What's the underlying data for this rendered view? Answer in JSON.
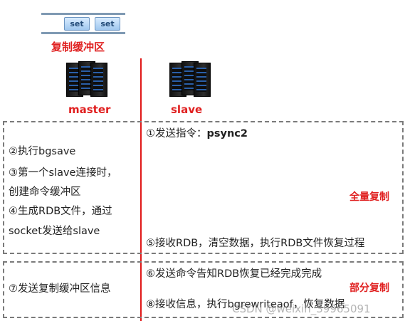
{
  "buffer": {
    "cells": [
      "set",
      "set"
    ],
    "label": "复制缓冲区"
  },
  "nodes": {
    "master": "master",
    "slave": "slave"
  },
  "full_sync": {
    "step1": "①发送指令：",
    "step1_cmd": "psync2",
    "step2": "②执行bgsave",
    "step3_line1": "③第一个slave连接时，",
    "step3_line2": "创建命令缓冲区",
    "step4_line1": "④生成RDB文件，通过",
    "step4_line2": "socket发送给slave",
    "step5": "⑤接收RDB，清空数据，执行RDB文件恢复过程",
    "tag": "全量复制"
  },
  "partial_sync": {
    "step6": "⑥发送命令告知RDB恢复已经完成完成",
    "step7": "⑦发送复制缓冲区信息",
    "step8": "⑧接收信息，执行bgrewriteaof，恢复数据",
    "tag": "部分复制"
  },
  "watermark": "CSDN @weixin_39965091",
  "colors": {
    "accent_red": "#e02020",
    "frame_gray": "#7a7a7a",
    "buffer_blue": "#9fc7ef"
  }
}
